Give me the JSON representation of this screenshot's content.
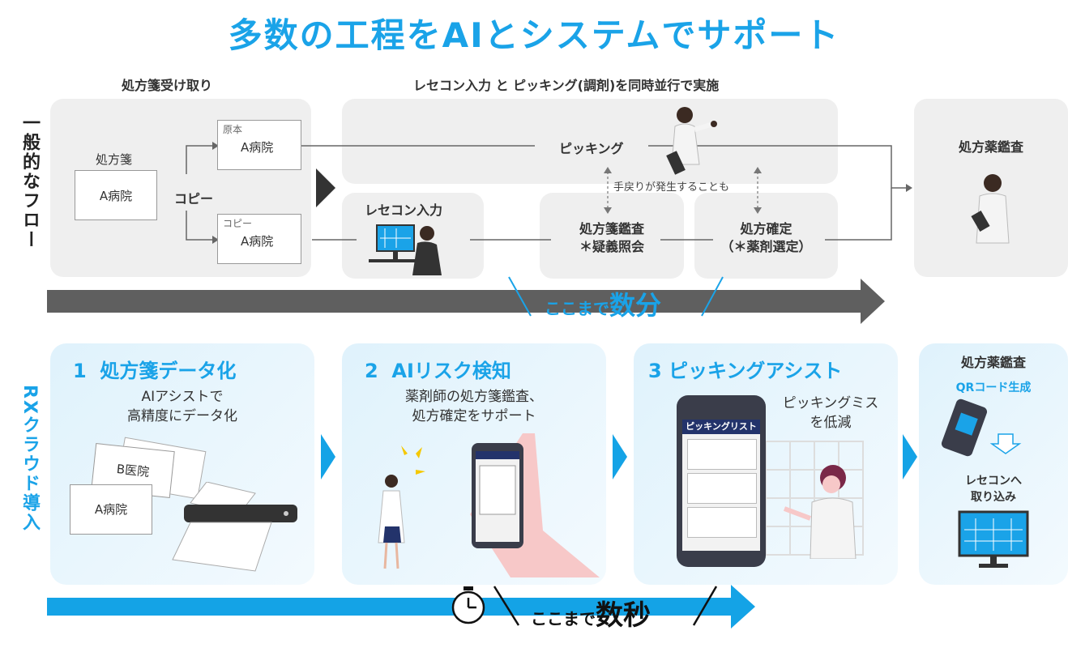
{
  "title": "多数の工程をAIとシステムでサポート",
  "sections": {
    "receive": "処方箋受け取り",
    "parallel": "レセコン入力 と ピッキング(調剤)を同時並行で実施"
  },
  "side_labels": {
    "general": "一般的なフロー",
    "rx": "RXクラウド導入"
  },
  "general": {
    "rx_label": "処方箋",
    "doc_a": "A病院",
    "copy": "コピー",
    "original_tag": "原本",
    "original_doc": "A病院",
    "copy_tag": "コピー",
    "copy_doc": "A病院",
    "picking": "ピッキング",
    "rececon": "レセコン入力",
    "audit_line1": "処方箋鑑査",
    "audit_line2": "＊疑義照会",
    "confirm_line1": "処方確定",
    "confirm_line2": "（＊薬剤選定）",
    "rework_note": "手戻りが発生することも",
    "final": "処方薬鑑査",
    "time_prefix": "ここまで",
    "time_value": "数分"
  },
  "rx": {
    "step1": {
      "num": "1",
      "title": "処方箋データ化",
      "desc1": "AIアシストで",
      "desc2": "高精度にデータ化",
      "doc_b": "B医院",
      "doc_a": "A病院"
    },
    "step2": {
      "num": "2",
      "title": "AIリスク検知",
      "desc1": "薬剤師の処方箋鑑査、",
      "desc2": "処方確定をサポート"
    },
    "step3": {
      "num": "3",
      "title": "ピッキングアシスト",
      "desc1": "ピッキングミス",
      "desc2": "を低減",
      "phone_header": "ピッキングリスト"
    },
    "final": {
      "title": "処方薬鑑査",
      "qr": "QRコード生成",
      "import1": "レセコンへ",
      "import2": "取り込み"
    },
    "time_prefix": "ここまで",
    "time_value": "数秒"
  },
  "colors": {
    "accent": "#1aa3e8",
    "gray_arrow": "#5f5f5f",
    "box_gray": "#efefef"
  }
}
